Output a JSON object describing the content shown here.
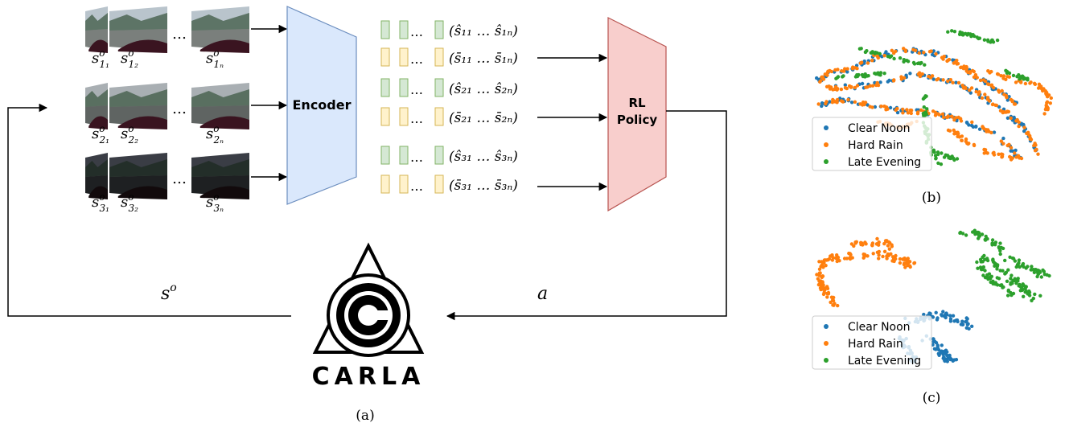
{
  "diagram": {
    "encoder_label": "Encoder",
    "policy_label_1": "RL",
    "policy_label_2": "Policy",
    "carla_logo_text": "CARLA",
    "caption_a": "(a)",
    "caption_b": "(b)",
    "caption_c": "(c)",
    "ellipsis": "…",
    "obs_label": "s",
    "obs_sup": "o",
    "action_label": "a",
    "frame_rows": [
      {
        "condition": "clear-noon",
        "sky": "#b9c4cc",
        "ground": "#7a7f7c",
        "labels": [
          {
            "sub": "1₁"
          },
          {
            "sub": "1₂"
          },
          {
            "sub": "1ₙ"
          }
        ]
      },
      {
        "condition": "hard-rain",
        "sky": "#a9afb3",
        "ground": "#5f6462",
        "labels": [
          {
            "sub": "2₁"
          },
          {
            "sub": "2₂"
          },
          {
            "sub": "2ₙ"
          }
        ]
      },
      {
        "condition": "late-evening",
        "sky": "#3a3d45",
        "ground": "#1e2022",
        "labels": [
          {
            "sub": "3₁"
          },
          {
            "sub": "3₂"
          },
          {
            "sub": "3ₙ"
          }
        ]
      }
    ],
    "latent_rows": [
      {
        "text": "(ŝ₁₁ … ŝ₁ₙ)"
      },
      {
        "text": "(s̄₁₁ … s̄₁ₙ)"
      },
      {
        "text": "(ŝ₂₁ … ŝ₂ₙ)"
      },
      {
        "text": "(s̄₂₁ … s̄₂ₙ)"
      },
      {
        "text": "(ŝ₃₁ … ŝ₃ₙ)"
      },
      {
        "text": "(s̄₃₁ … s̄₃ₙ)"
      }
    ]
  },
  "chart_data": [
    {
      "type": "scatter",
      "title": "",
      "legend_position": "bottom-left",
      "series": [
        {
          "name": "Clear Noon",
          "color": "#1f77b4"
        },
        {
          "name": "Hard Rain",
          "color": "#ff7f0e"
        },
        {
          "name": "Late Evening",
          "color": "#2ca02c"
        }
      ]
    },
    {
      "type": "scatter",
      "title": "",
      "legend_position": "bottom-left",
      "series": [
        {
          "name": "Clear Noon",
          "color": "#1f77b4"
        },
        {
          "name": "Hard Rain",
          "color": "#ff7f0e"
        },
        {
          "name": "Late Evening",
          "color": "#2ca02c"
        }
      ]
    }
  ],
  "colors": {
    "encoder_fill": "#dae8fc",
    "encoder_stroke": "#6c8ebf",
    "policy_fill": "#f8cecc",
    "policy_stroke": "#b85450",
    "latent_green_fill": "#d5e8d4",
    "latent_green_stroke": "#82b366",
    "latent_yellow_fill": "#fff2cc",
    "latent_yellow_stroke": "#d6b656"
  }
}
